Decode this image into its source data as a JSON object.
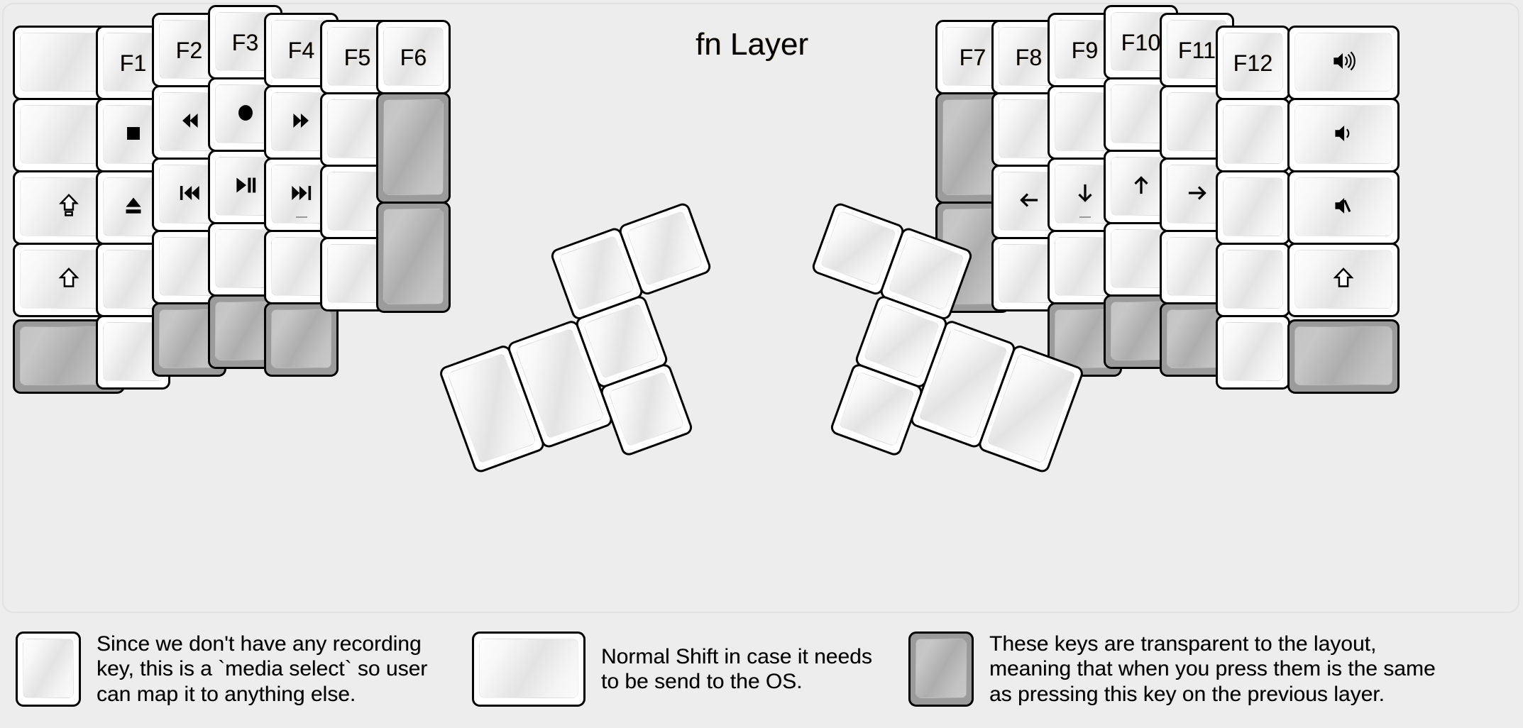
{
  "title": "fn Layer",
  "colors": {
    "background": "#ededed",
    "keycap_white": "#ffffff",
    "keycap_transparent": "#9b9b9b",
    "border": "#000000",
    "text": "#000000"
  },
  "left_half": {
    "columns": [
      {
        "name": "col-outer-left",
        "keys": [
          {
            "label": "",
            "icon": "",
            "style": "white"
          },
          {
            "label": "",
            "icon": "",
            "style": "white"
          },
          {
            "label": "",
            "icon": "caps-lock-icon",
            "style": "white"
          },
          {
            "label": "",
            "icon": "shift-icon",
            "style": "white"
          },
          {
            "label": "",
            "icon": "",
            "style": "transparent"
          }
        ]
      },
      {
        "name": "col-f1",
        "keys": [
          {
            "label": "F1",
            "icon": "",
            "style": "white"
          },
          {
            "label": "",
            "icon": "media-stop-icon",
            "style": "white"
          },
          {
            "label": "",
            "icon": "media-eject-icon",
            "style": "white"
          },
          {
            "label": "",
            "icon": "",
            "style": "white"
          },
          {
            "label": "",
            "icon": "",
            "style": "white"
          }
        ]
      },
      {
        "name": "col-f2",
        "keys": [
          {
            "label": "F2",
            "icon": "",
            "style": "white"
          },
          {
            "label": "",
            "icon": "media-rewind-icon",
            "style": "white"
          },
          {
            "label": "",
            "icon": "media-previous-track-icon",
            "style": "white"
          },
          {
            "label": "",
            "icon": "",
            "style": "white"
          },
          {
            "label": "",
            "icon": "",
            "style": "transparent"
          }
        ]
      },
      {
        "name": "col-f3",
        "keys": [
          {
            "label": "F3",
            "icon": "",
            "style": "white"
          },
          {
            "label": "",
            "icon": "media-record-icon",
            "style": "white"
          },
          {
            "label": "",
            "icon": "media-play-pause-icon",
            "style": "white"
          },
          {
            "label": "",
            "icon": "",
            "style": "white"
          },
          {
            "label": "",
            "icon": "",
            "style": "transparent"
          }
        ]
      },
      {
        "name": "col-f4",
        "keys": [
          {
            "label": "F4",
            "icon": "",
            "style": "white"
          },
          {
            "label": "",
            "icon": "media-fast-forward-icon",
            "style": "white"
          },
          {
            "label": "",
            "icon": "media-next-track-icon",
            "style": "white"
          },
          {
            "label": "",
            "icon": "",
            "style": "white"
          },
          {
            "label": "",
            "icon": "",
            "style": "transparent"
          }
        ]
      },
      {
        "name": "col-f5",
        "keys": [
          {
            "label": "F5",
            "icon": "",
            "style": "white"
          },
          {
            "label": "",
            "icon": "",
            "style": "white"
          },
          {
            "label": "",
            "icon": "",
            "style": "white"
          },
          {
            "label": "",
            "icon": "",
            "style": "white"
          }
        ]
      },
      {
        "name": "col-f6",
        "keys": [
          {
            "label": "F6",
            "icon": "",
            "style": "white"
          },
          {
            "label": "",
            "icon": "",
            "style": "transparent"
          },
          {
            "label": "",
            "icon": "",
            "style": "transparent"
          }
        ]
      }
    ]
  },
  "right_half": {
    "columns": [
      {
        "name": "col-f7",
        "keys": [
          {
            "label": "F7",
            "icon": "",
            "style": "white"
          },
          {
            "label": "",
            "icon": "",
            "style": "transparent"
          },
          {
            "label": "",
            "icon": "",
            "style": "transparent"
          }
        ]
      },
      {
        "name": "col-f8",
        "keys": [
          {
            "label": "F8",
            "icon": "",
            "style": "white"
          },
          {
            "label": "",
            "icon": "",
            "style": "white"
          },
          {
            "label": "",
            "icon": "arrow-left-icon",
            "style": "white"
          },
          {
            "label": "",
            "icon": "",
            "style": "white"
          }
        ]
      },
      {
        "name": "col-f9",
        "keys": [
          {
            "label": "F9",
            "icon": "",
            "style": "white"
          },
          {
            "label": "",
            "icon": "",
            "style": "white"
          },
          {
            "label": "",
            "icon": "arrow-down-icon",
            "style": "white"
          },
          {
            "label": "",
            "icon": "",
            "style": "white"
          },
          {
            "label": "",
            "icon": "",
            "style": "transparent"
          }
        ]
      },
      {
        "name": "col-f10",
        "keys": [
          {
            "label": "F10",
            "icon": "",
            "style": "white"
          },
          {
            "label": "",
            "icon": "",
            "style": "white"
          },
          {
            "label": "",
            "icon": "arrow-up-icon",
            "style": "white"
          },
          {
            "label": "",
            "icon": "",
            "style": "white"
          },
          {
            "label": "",
            "icon": "",
            "style": "transparent"
          }
        ]
      },
      {
        "name": "col-f11",
        "keys": [
          {
            "label": "F11",
            "icon": "",
            "style": "white"
          },
          {
            "label": "",
            "icon": "",
            "style": "white"
          },
          {
            "label": "",
            "icon": "arrow-right-icon",
            "style": "white"
          },
          {
            "label": "",
            "icon": "",
            "style": "white"
          },
          {
            "label": "",
            "icon": "",
            "style": "transparent"
          }
        ]
      },
      {
        "name": "col-f12",
        "keys": [
          {
            "label": "F12",
            "icon": "",
            "style": "white"
          },
          {
            "label": "",
            "icon": "",
            "style": "white"
          },
          {
            "label": "",
            "icon": "",
            "style": "white"
          },
          {
            "label": "",
            "icon": "",
            "style": "white"
          },
          {
            "label": "",
            "icon": "",
            "style": "white"
          }
        ]
      },
      {
        "name": "col-outer-right",
        "keys": [
          {
            "label": "",
            "icon": "volume-up-icon",
            "style": "white"
          },
          {
            "label": "",
            "icon": "volume-down-icon",
            "style": "white"
          },
          {
            "label": "",
            "icon": "volume-mute-icon",
            "style": "white"
          },
          {
            "label": "",
            "icon": "shift-icon",
            "style": "white"
          },
          {
            "label": "",
            "icon": "",
            "style": "transparent"
          }
        ]
      }
    ]
  },
  "left_thumb_cluster": {
    "keys": [
      {
        "name": "thumb-left-big-1",
        "label": "",
        "style": "white"
      },
      {
        "name": "thumb-left-big-2",
        "label": "",
        "style": "white"
      },
      {
        "name": "thumb-left-small-1",
        "label": "",
        "style": "white"
      },
      {
        "name": "thumb-left-small-2",
        "label": "",
        "style": "white"
      },
      {
        "name": "thumb-left-small-3",
        "label": "",
        "style": "white"
      },
      {
        "name": "thumb-left-small-4",
        "label": "",
        "style": "white"
      }
    ]
  },
  "right_thumb_cluster": {
    "keys": [
      {
        "name": "thumb-right-big-1",
        "label": "",
        "style": "white"
      },
      {
        "name": "thumb-right-big-2",
        "label": "",
        "style": "white"
      },
      {
        "name": "thumb-right-small-1",
        "label": "",
        "style": "white"
      },
      {
        "name": "thumb-right-small-2",
        "label": "",
        "style": "white"
      },
      {
        "name": "thumb-right-small-3",
        "label": "",
        "style": "white"
      },
      {
        "name": "thumb-right-small-4",
        "label": "",
        "style": "white"
      }
    ]
  },
  "legend": [
    {
      "key_icon": "media-record-icon",
      "key_style": "white",
      "text": "Since we don't have any recording\nkey, this is a `media select` so user\ncan map it to anything else."
    },
    {
      "key_icon": "shift-icon",
      "key_style": "white",
      "text": "Normal Shift in case it needs\nto be send to the OS."
    },
    {
      "key_icon": "",
      "key_style": "transparent",
      "text": "These keys are transparent to the layout,\nmeaning that when you press them is the same\nas pressing this key on the previous layer."
    }
  ]
}
